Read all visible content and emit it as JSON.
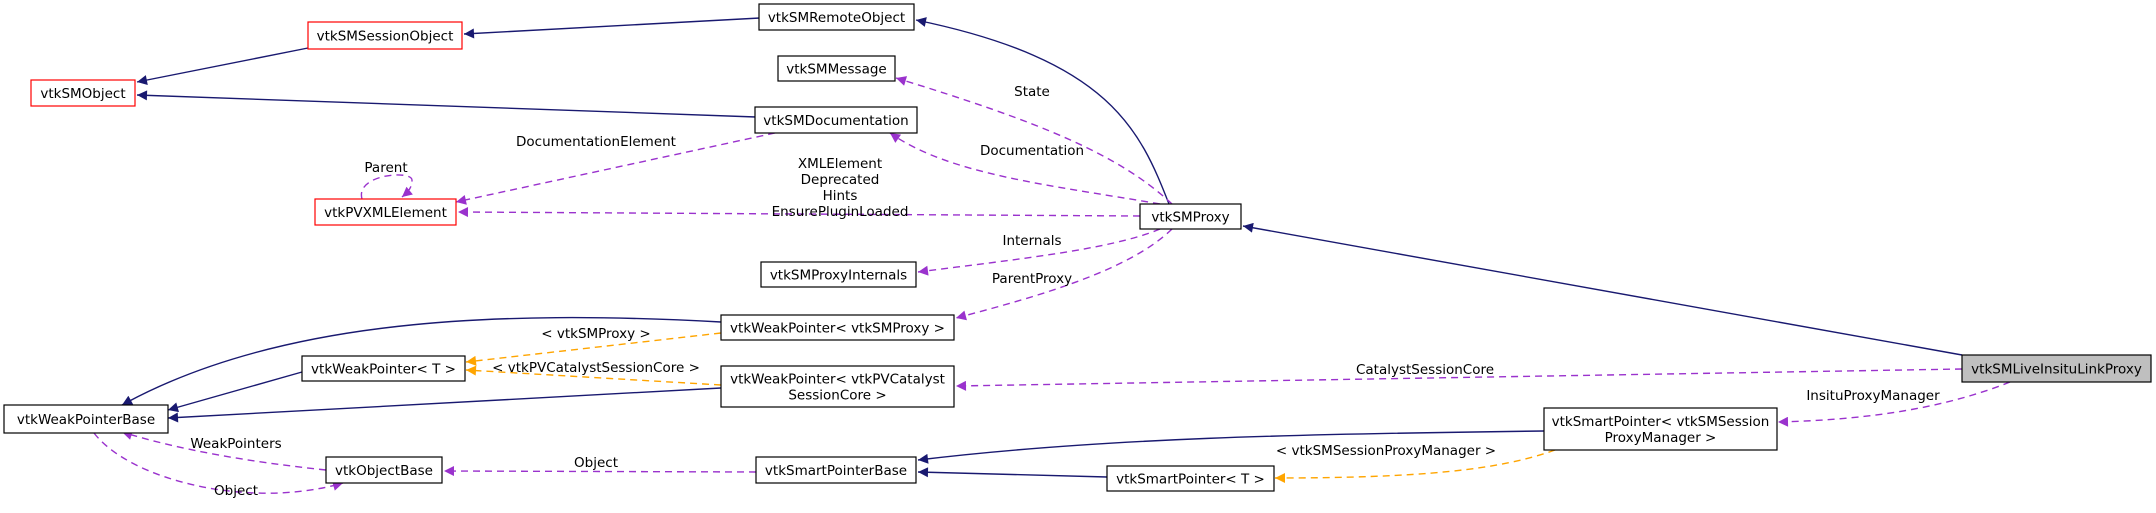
{
  "colors": {
    "inheritance": "#191970",
    "usage": "#9a32cd",
    "template": "#ffa500",
    "node_border": "#000000",
    "incomplete_border": "#ff0000",
    "focus_fill": "#bfbfbf"
  },
  "nodes": [
    {
      "id": "vtkSMLiveInsituLinkProxy",
      "lines": [
        "vtkSMLiveInsituLinkProxy"
      ],
      "focus": true
    },
    {
      "id": "vtkSMProxy",
      "lines": [
        "vtkSMProxy"
      ]
    },
    {
      "id": "vtkSMRemoteObject",
      "lines": [
        "vtkSMRemoteObject"
      ]
    },
    {
      "id": "vtkSMSessionObject",
      "lines": [
        "vtkSMSessionObject"
      ],
      "incomplete": true
    },
    {
      "id": "vtkSMObject",
      "lines": [
        "vtkSMObject"
      ],
      "incomplete": true
    },
    {
      "id": "vtkSMMessage",
      "lines": [
        "vtkSMMessage"
      ]
    },
    {
      "id": "vtkSMDocumentation",
      "lines": [
        "vtkSMDocumentation"
      ]
    },
    {
      "id": "vtkPVXMLElement",
      "lines": [
        "vtkPVXMLElement"
      ],
      "incomplete": true
    },
    {
      "id": "vtkSMProxyInternals",
      "lines": [
        "vtkSMProxyInternals"
      ]
    },
    {
      "id": "vtkWeakPointer_vtkSMProxy",
      "lines": [
        "vtkWeakPointer< vtkSMProxy >"
      ]
    },
    {
      "id": "vtkWeakPointer_T",
      "lines": [
        "vtkWeakPointer< T >"
      ]
    },
    {
      "id": "vtkWeakPointer_Catalyst",
      "lines": [
        "vtkWeakPointer< vtkPVCatalyst",
        "SessionCore >"
      ]
    },
    {
      "id": "vtkWeakPointerBase",
      "lines": [
        "vtkWeakPointerBase"
      ]
    },
    {
      "id": "vtkObjectBase",
      "lines": [
        "vtkObjectBase"
      ]
    },
    {
      "id": "vtkSmartPointerBase",
      "lines": [
        "vtkSmartPointerBase"
      ]
    },
    {
      "id": "vtkSmartPointer_T",
      "lines": [
        "vtkSmartPointer< T >"
      ]
    },
    {
      "id": "vtkSmartPointer_SessionProxyManager",
      "lines": [
        "vtkSmartPointer< vtkSMSession",
        "ProxyManager >"
      ]
    }
  ],
  "edges": [
    {
      "id": "e1",
      "from": "vtkSMProxy",
      "to": "vtkSMLiveInsituLinkProxy",
      "kind": "inheritance"
    },
    {
      "id": "e2",
      "from": "vtkSMRemoteObject",
      "to": "vtkSMProxy",
      "kind": "inheritance"
    },
    {
      "id": "e3",
      "from": "vtkSMSessionObject",
      "to": "vtkSMRemoteObject",
      "kind": "inheritance"
    },
    {
      "id": "e4",
      "from": "vtkSMObject",
      "to": "vtkSMSessionObject",
      "kind": "inheritance"
    },
    {
      "id": "e5",
      "from": "vtkSMObject",
      "to": "vtkSMDocumentation",
      "kind": "inheritance"
    },
    {
      "id": "e6",
      "from": "vtkSMMessage",
      "to": "vtkSMProxy",
      "kind": "usage",
      "label": [
        "State"
      ]
    },
    {
      "id": "e7",
      "from": "vtkSMDocumentation",
      "to": "vtkSMProxy",
      "kind": "usage",
      "label": [
        "Documentation"
      ]
    },
    {
      "id": "e8",
      "from": "vtkPVXMLElement",
      "to": "vtkSMProxy",
      "kind": "usage",
      "label": [
        "XMLElement",
        "Deprecated",
        "Hints",
        "EnsurePluginLoaded"
      ]
    },
    {
      "id": "e9",
      "from": "vtkPVXMLElement",
      "to": "vtkPVXMLElement",
      "kind": "usage",
      "label": [
        "Parent"
      ]
    },
    {
      "id": "e10",
      "from": "vtkPVXMLElement",
      "to": "vtkSMDocumentation",
      "kind": "usage",
      "label": [
        "DocumentationElement"
      ]
    },
    {
      "id": "e11",
      "from": "vtkSMProxyInternals",
      "to": "vtkSMProxy",
      "kind": "usage",
      "label": [
        "Internals"
      ]
    },
    {
      "id": "e12",
      "from": "vtkWeakPointer_vtkSMProxy",
      "to": "vtkSMProxy",
      "kind": "usage",
      "label": [
        "ParentProxy"
      ]
    },
    {
      "id": "e13",
      "from": "vtkWeakPointerBase",
      "to": "vtkWeakPointer_vtkSMProxy",
      "kind": "inheritance"
    },
    {
      "id": "e14",
      "from": "vtkWeakPointerBase",
      "to": "vtkWeakPointer_T",
      "kind": "inheritance"
    },
    {
      "id": "e15",
      "from": "vtkWeakPointerBase",
      "to": "vtkWeakPointer_Catalyst",
      "kind": "inheritance"
    },
    {
      "id": "e16",
      "from": "vtkWeakPointer_T",
      "to": "vtkWeakPointer_vtkSMProxy",
      "kind": "template",
      "label": [
        "< vtkSMProxy >"
      ]
    },
    {
      "id": "e17",
      "from": "vtkWeakPointer_T",
      "to": "vtkWeakPointer_Catalyst",
      "kind": "template",
      "label": [
        "< vtkPVCatalystSessionCore >"
      ]
    },
    {
      "id": "e18",
      "from": "vtkWeakPointer_Catalyst",
      "to": "vtkSMLiveInsituLinkProxy",
      "kind": "usage",
      "label": [
        "CatalystSessionCore"
      ]
    },
    {
      "id": "e19",
      "from": "vtkSmartPointer_SessionProxyManager",
      "to": "vtkSMLiveInsituLinkProxy",
      "kind": "usage",
      "label": [
        "InsituProxyManager"
      ]
    },
    {
      "id": "e20",
      "from": "vtkSmartPointerBase",
      "to": "vtkSmartPointer_SessionProxyManager",
      "kind": "inheritance"
    },
    {
      "id": "e21",
      "from": "vtkSmartPointerBase",
      "to": "vtkSmartPointer_T",
      "kind": "inheritance"
    },
    {
      "id": "e22",
      "from": "vtkSmartPointer_T",
      "to": "vtkSmartPointer_SessionProxyManager",
      "kind": "template",
      "label": [
        "< vtkSMSessionProxyManager >"
      ]
    },
    {
      "id": "e23",
      "from": "vtkObjectBase",
      "to": "vtkSmartPointerBase",
      "kind": "usage",
      "label": [
        "Object"
      ]
    },
    {
      "id": "e24",
      "from": "vtkWeakPointerBase",
      "to": "vtkObjectBase",
      "kind": "usage",
      "label": [
        "WeakPointers"
      ]
    },
    {
      "id": "e25",
      "from": "vtkObjectBase",
      "to": "vtkWeakPointerBase",
      "kind": "usage",
      "label": [
        "Object"
      ]
    }
  ]
}
